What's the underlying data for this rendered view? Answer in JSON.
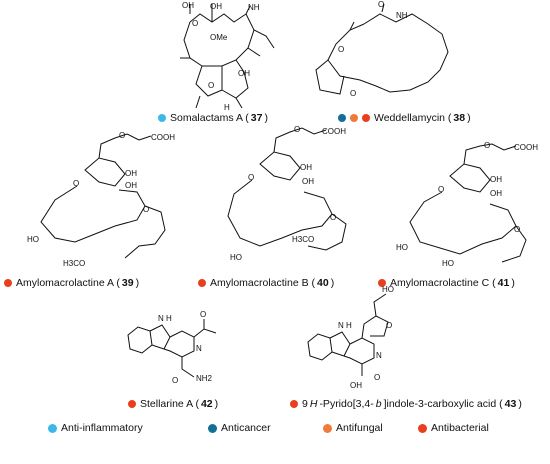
{
  "colors": {
    "anti_inflammatory": "#3cb8e8",
    "anticancer": "#146e96",
    "antifungal": "#f07a3a",
    "antibacterial": "#e8401e"
  },
  "compounds": [
    {
      "name": "Somalactams A (",
      "number": "37",
      "close": ")",
      "activities": [
        "anti_inflammatory"
      ]
    },
    {
      "name": "Weddellamycin (",
      "number": "38",
      "close": ")",
      "activities": [
        "anticancer",
        "antifungal",
        "antibacterial"
      ]
    },
    {
      "name": "Amylomacrolactine A (",
      "number": "39",
      "close": ")",
      "activities": [
        "antibacterial"
      ]
    },
    {
      "name": "Amylomacrolactine B (",
      "number": "40",
      "close": ")",
      "activities": [
        "antibacterial"
      ]
    },
    {
      "name": "Amylomacrolactine C (",
      "number": "41",
      "close": ")",
      "activities": [
        "antibacterial"
      ]
    },
    {
      "name": "Stellarine A (",
      "number": "42",
      "close": ")",
      "activities": [
        "antibacterial"
      ]
    },
    {
      "name_prefix": "9",
      "name_italic": "H",
      "name_mid": "-Pyrido[3,4-",
      "name_italic2": "b",
      "name_suffix": "]indole-3-carboxylic acid (",
      "number": "43",
      "close": ")",
      "activities": [
        "antibacterial"
      ]
    }
  ],
  "atoms": {
    "oh": "OH",
    "o": "O",
    "ome": "OMe",
    "h": "H",
    "nh": "NH",
    "n": "N",
    "cooh": "COOH",
    "nh2": "NH2",
    "ho": "HO",
    "h3co": "H3CO",
    "h3co2": "H3CO",
    "n_h": "N H"
  },
  "legend": [
    {
      "label": "Anti-inflammatory",
      "color_key": "anti_inflammatory"
    },
    {
      "label": "Anticancer",
      "color_key": "anticancer"
    },
    {
      "label": "Antifungal",
      "color_key": "antifungal"
    },
    {
      "label": "Antibacterial",
      "color_key": "antibacterial"
    }
  ]
}
